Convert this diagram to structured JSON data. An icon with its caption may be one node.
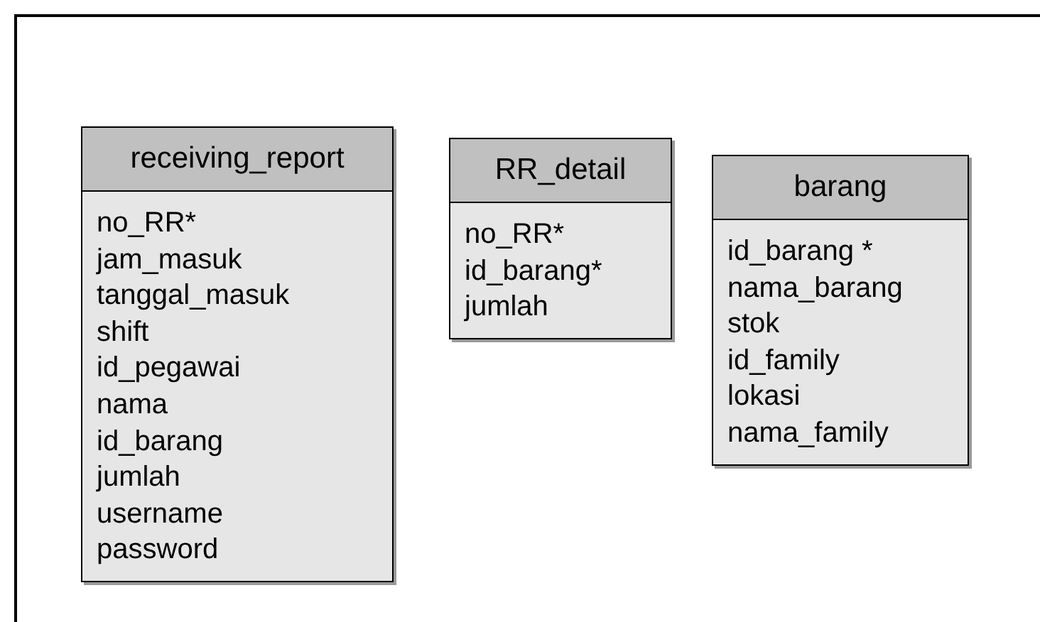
{
  "diagram": {
    "nodes": [
      {
        "text": [
          "receiving_report",
          "no_RR*",
          "jam_masuk",
          "tanggal_masuk",
          "shift",
          "id_pegawai",
          "nama",
          "id_barang",
          "jumlah",
          "username",
          "password"
        ]
      },
      {
        "text": [
          "RR_detail",
          "no_RR*",
          "id_barang*",
          "jumlah"
        ]
      },
      {
        "text": [
          "barang",
          "id_barang *",
          "nama_barang",
          "stok",
          "id_family",
          "lokasi",
          "nama_family"
        ]
      }
    ],
    "edges": []
  }
}
